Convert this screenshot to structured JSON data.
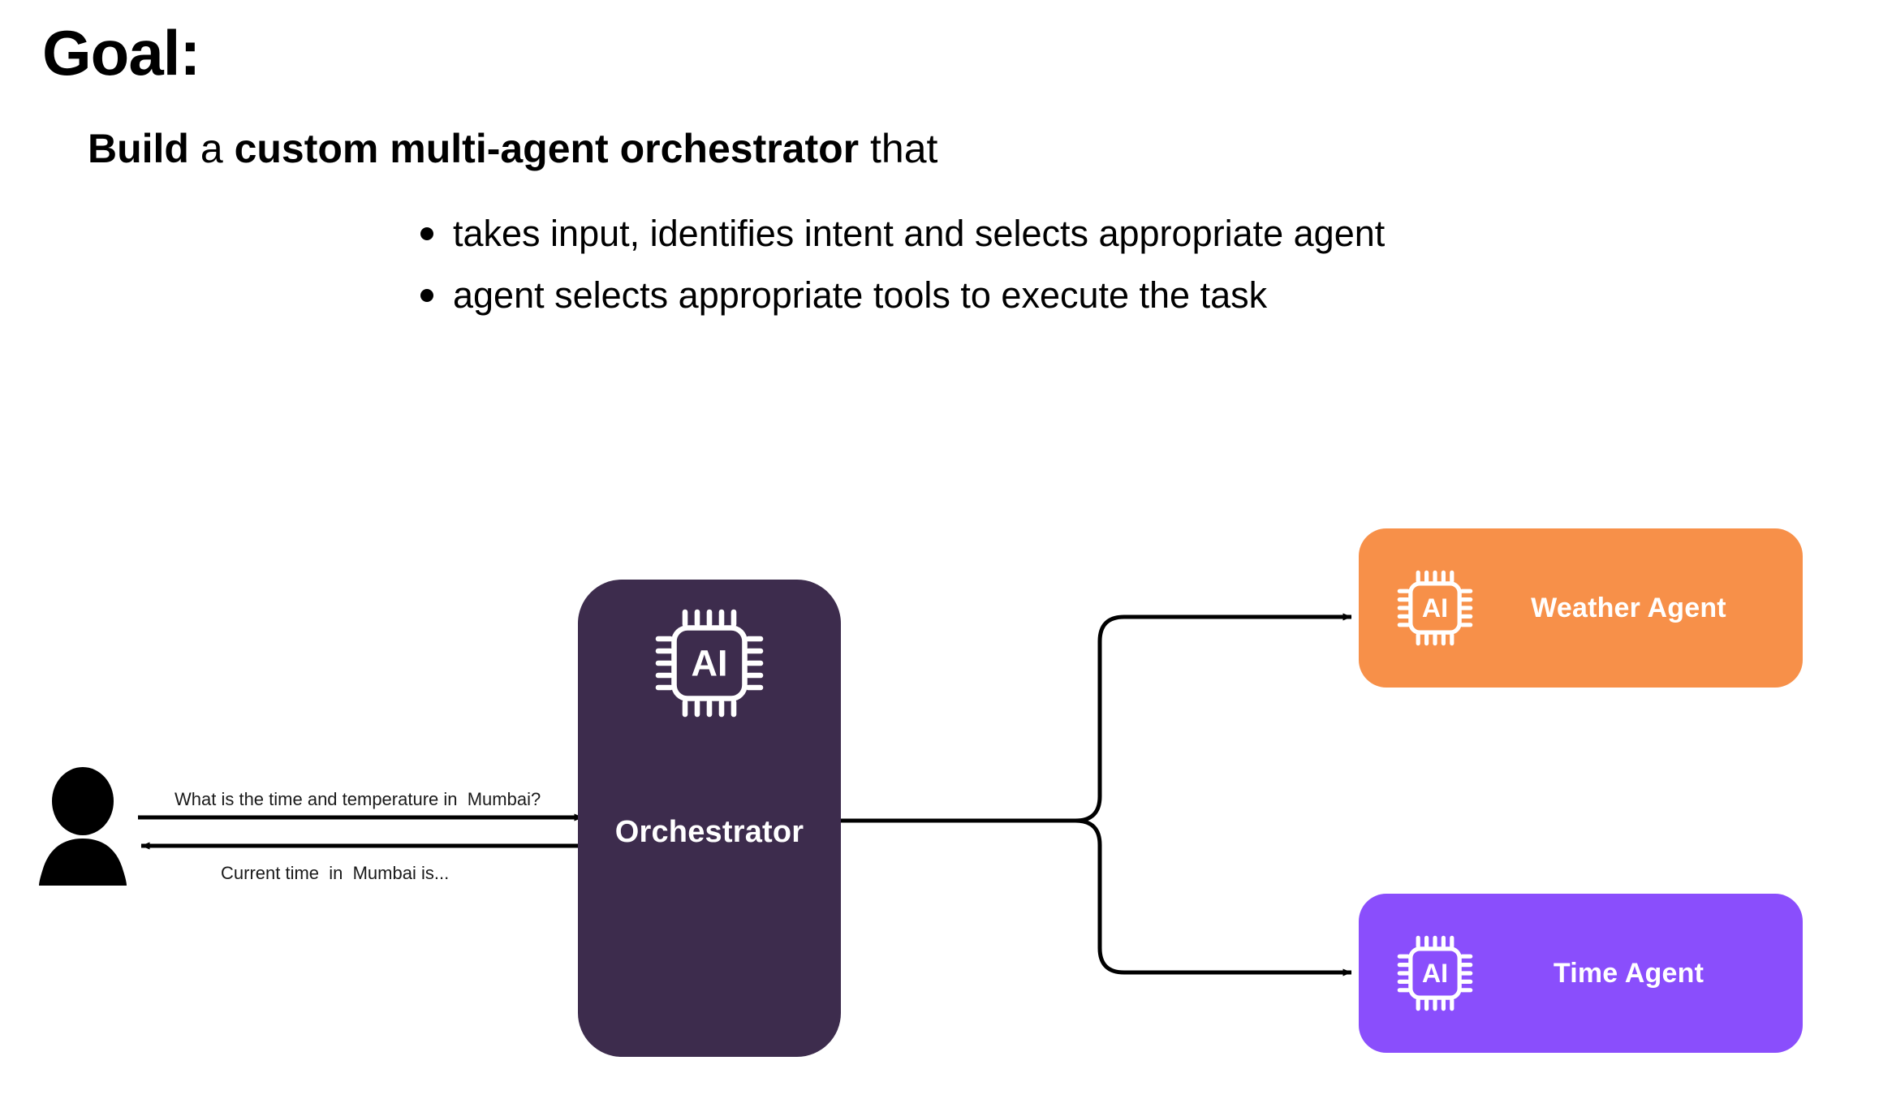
{
  "slide": {
    "title": "Goal:",
    "subtitle_parts": [
      {
        "text": "Build",
        "bold": true
      },
      {
        "text": " a ",
        "bold": false
      },
      {
        "text": "custom multi-agent orchestrator",
        "bold": true
      },
      {
        "text": " that",
        "bold": false
      }
    ],
    "subtitle_plain": "Build a custom multi-agent orchestrator that",
    "bullets": [
      "takes input, identifies intent and selects appropriate agent",
      "agent selects appropriate tools to execute the task"
    ]
  },
  "diagram": {
    "user": {
      "icon": "user-person-icon"
    },
    "edges": [
      {
        "name": "user-request",
        "label": "What is the time and temperature in  Mumbai?",
        "direction": "user-to-orchestrator"
      },
      {
        "name": "orchestrator-response",
        "label": "Current time  in  Mumbai is...",
        "direction": "orchestrator-to-user"
      }
    ],
    "orchestrator": {
      "label": "Orchestrator",
      "icon": "ai-chip-icon",
      "color": "#3D2C4D"
    },
    "agents": [
      {
        "id": "weather",
        "label": "Weather Agent",
        "icon": "ai-chip-icon",
        "color": "#F79049"
      },
      {
        "id": "time",
        "label": "Time Agent",
        "icon": "ai-chip-icon",
        "color": "#8A4EFC"
      }
    ],
    "connector_color": "#000000",
    "chip_text": "AI"
  }
}
